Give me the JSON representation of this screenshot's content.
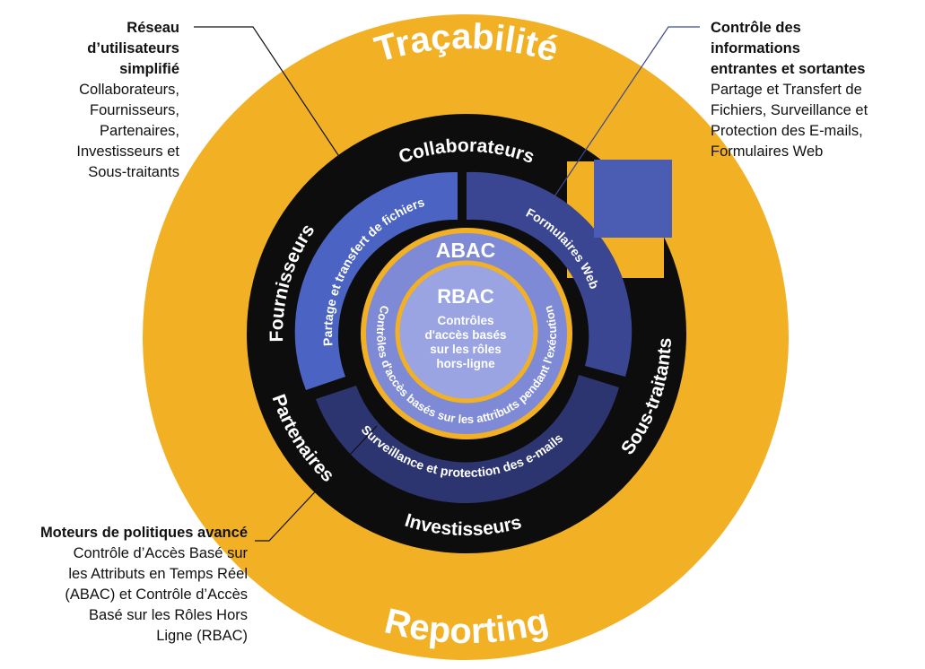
{
  "colors": {
    "outer_ring": "#F2B024",
    "black_ring": "#0D0D0D",
    "segment_left": "#4B64C4",
    "segment_right": "#3A4692",
    "segment_bottom": "#2C3570",
    "abac_ring": "#7E8AD6",
    "rbac_core": "#9AA4E2",
    "legend_square": "#4A5DB3",
    "line": "#3B4A8C",
    "text_light": "#ffffff"
  },
  "outer_ring": {
    "top_label": "Traçabilité",
    "bottom_label": "Reporting"
  },
  "black_ring": {
    "labels": {
      "top": "Collaborateurs",
      "left": "Fournisseurs",
      "lower_left": "Partenaires",
      "right": "Sous-traitants",
      "bottom": "Investisseurs"
    }
  },
  "segments": {
    "left": "Partage et transfert de fichiers",
    "right": "Formulaires Web",
    "bottom": "Surveillance et protection des e-mails"
  },
  "abac": {
    "title": "ABAC",
    "arc_text": "Contrôles d'accès basés sur les attributs pendant l'exécution"
  },
  "rbac": {
    "title": "RBAC",
    "lines": [
      "Contrôles",
      "d'accès basés",
      "sur les rôles",
      "hors-ligne"
    ]
  },
  "callouts": {
    "reseau": {
      "title": "Réseau\nd’utilisateurs\nsimplifié",
      "body": "Collaborateurs,\nFournisseurs,\nPartenaires,\nInvestisseurs et\nSous-traitants"
    },
    "controle": {
      "title": "Contrôle des\ninformations\nentrantes et sortantes",
      "body": "Partage et Transfert de\nFichiers, Surveillance et\nProtection des E-mails,\nFormulaires Web"
    },
    "moteurs": {
      "title": "Moteurs de politiques avancé",
      "body": "Contrôle d’Accès Basé sur\nles Attributs en Temps Réel\n(ABAC) et Contrôle d’Accès\nBasé sur les Rôles Hors\nLigne (RBAC)"
    }
  }
}
